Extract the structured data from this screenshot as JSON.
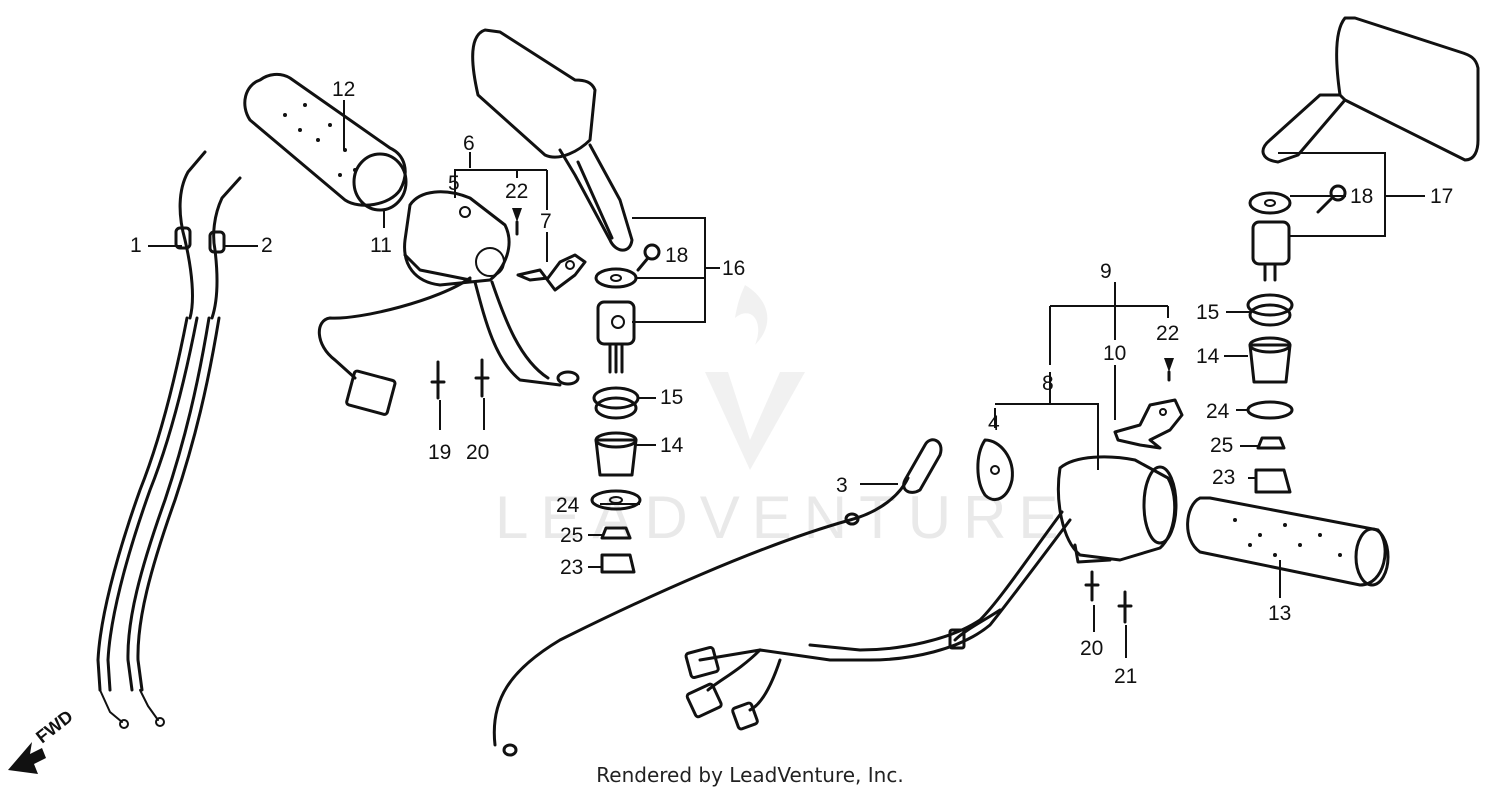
{
  "watermark": {
    "text": "LEADVENTURE"
  },
  "caption": "Rendered by LeadVenture, Inc.",
  "direction_label": "FWD",
  "callouts": [
    "1",
    "2",
    "3",
    "4",
    "5",
    "6",
    "7",
    "8",
    "9",
    "10",
    "11",
    "12",
    "13",
    "14",
    "15",
    "16",
    "17",
    "18",
    "19",
    "20",
    "21",
    "22",
    "23",
    "24",
    "25",
    "18",
    "14",
    "15",
    "16",
    "20",
    "22",
    "23",
    "24",
    "25"
  ],
  "colors": {
    "ink": "#111111",
    "watermark": "#e9e9e9",
    "background": "#ffffff"
  }
}
